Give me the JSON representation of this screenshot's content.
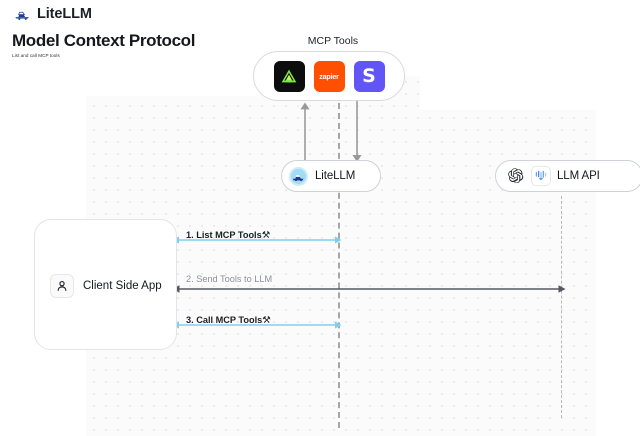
{
  "app": {
    "brand_name": "LiteLLM",
    "brand_logo_icon": "litellm-truck-logo",
    "page_title": "Model Context Protocol",
    "page_subtitle": "List and call MCP tools"
  },
  "diagram": {
    "mcp_group": {
      "title": "MCP Tools",
      "tools": [
        {
          "name": "anthropic-tool",
          "icon": "green-triangle-icon",
          "label": ""
        },
        {
          "name": "zapier-tool",
          "icon": "zapier-icon",
          "label": "zapier"
        },
        {
          "name": "slack-tool",
          "icon": "slack-s-icon",
          "label": "S"
        }
      ]
    },
    "nodes": [
      {
        "name": "litellm-node",
        "label": "LiteLLM",
        "icons": [
          "litellm-avatar-icon"
        ]
      },
      {
        "name": "llm-api-node",
        "label": "LLM API",
        "icons": [
          "openai-icon",
          "vertex-ai-icon"
        ]
      },
      {
        "name": "client-side-app-node",
        "label": "Client Side App",
        "icons": [
          "user-icon"
        ]
      }
    ],
    "messages": [
      {
        "name": "message-list-mcp-tools",
        "label": "1. List MCP Tools",
        "tool_glyph": "⚒",
        "color": "#7fd0f0",
        "style": "blue"
      },
      {
        "name": "message-send-tools-to-llm",
        "label": "2. Send Tools to LLM",
        "tool_glyph": "",
        "color": "#55595e",
        "style": "gray"
      },
      {
        "name": "message-call-mcp-tools",
        "label": "3. Call MCP Tools",
        "tool_glyph": "⚒",
        "color": "#7fd0f0",
        "style": "blue"
      }
    ],
    "vertical_arrows": [
      {
        "name": "arrow-litellm-to-mcp-up",
        "direction": "up",
        "color": "#9a9a9a"
      },
      {
        "name": "arrow-mcp-to-litellm-down",
        "direction": "down",
        "color": "#9a9a9a"
      }
    ],
    "colors": {
      "accent_blue": "#7fd0f0",
      "dark_arrow": "#55595e",
      "lifeline_gray": "#a6a6a6",
      "zapier_orange": "#ff4f00",
      "slack_purple": "#6255f5",
      "tile_black": "#0d0d0d"
    }
  }
}
